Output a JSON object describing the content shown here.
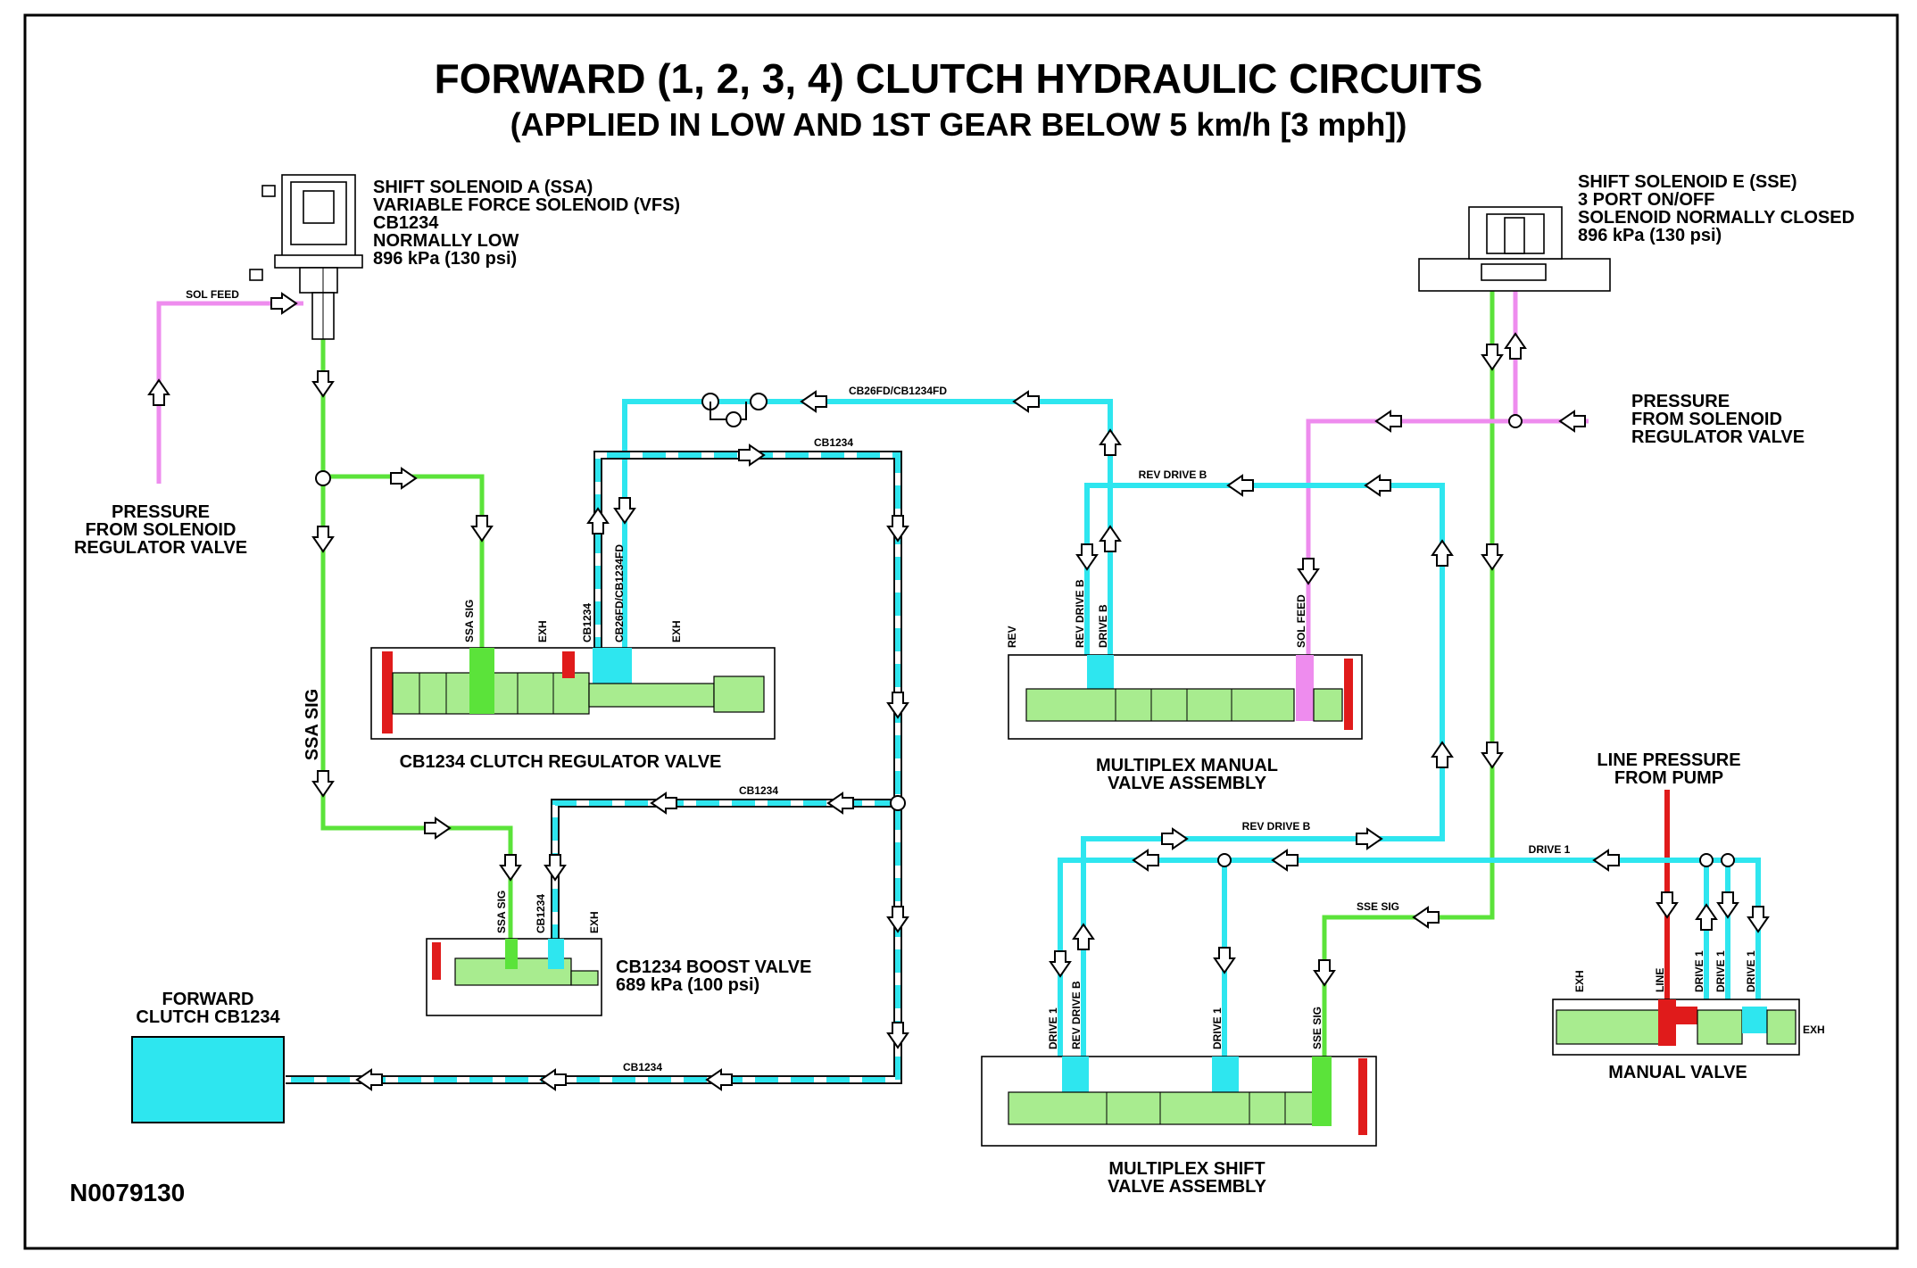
{
  "title": "FORWARD (1, 2, 3, 4) CLUTCH HYDRAULIC CIRCUITS",
  "subtitle": "(APPLIED IN LOW AND 1ST GEAR BELOW 5 km/h [3 mph])",
  "figure_id": "N0079130",
  "colors": {
    "ssa_signal": "#5be33a",
    "solenoid_feed": "#ee8cee",
    "clutch_circuit": "#2ee6ef",
    "line_pressure": "#e01b1b",
    "spool": "#a8ec8f"
  },
  "ssa": {
    "lines": [
      "SHIFT SOLENOID A (SSA)",
      "VARIABLE FORCE SOLENOID (VFS)",
      "CB1234",
      "NORMALLY LOW",
      "896 kPa (130 psi)"
    ]
  },
  "sse": {
    "lines": [
      "SHIFT SOLENOID E (SSE)",
      "3 PORT ON/OFF",
      "SOLENOID NORMALLY CLOSED",
      "896 kPa (130 psi)"
    ]
  },
  "sources": {
    "left": [
      "PRESSURE",
      "FROM SOLENOID",
      "REGULATOR VALVE"
    ],
    "right": [
      "PRESSURE",
      "FROM SOLENOID",
      "REGULATOR VALVE"
    ],
    "pump": [
      "LINE PRESSURE",
      "FROM PUMP"
    ]
  },
  "components": {
    "clutch_regulator": "CB1234 CLUTCH REGULATOR VALVE",
    "boost_valve": [
      "CB1234 BOOST VALVE",
      "689 kPa (100 psi)"
    ],
    "forward_clutch": [
      "FORWARD",
      "CLUTCH CB1234"
    ],
    "multiplex_manual": [
      "MULTIPLEX MANUAL",
      "VALVE ASSEMBLY"
    ],
    "multiplex_shift": [
      "MULTIPLEX SHIFT",
      "VALVE ASSEMBLY"
    ],
    "manual_valve": "MANUAL VALVE"
  },
  "line_labels": {
    "sol_feed": "SOL FEED",
    "ssa_sig": "SSA SIG",
    "cb26fd": "CB26FD/CB1234FD",
    "cb1234_top": "CB1234",
    "cb1234_mid": "CB1234",
    "cb1234_bottom": "CB1234",
    "rev_drive_b_upper": "REV DRIVE B",
    "rev_drive_b_lower": "REV DRIVE B",
    "drive1": "DRIVE 1",
    "sse_sig": "SSE SIG"
  },
  "ports": {
    "regulator": [
      "SSA SIG",
      "EXH",
      "CB1234",
      "CB26FD/CB1234FD",
      "EXH"
    ],
    "boost": [
      "SSA SIG",
      "CB1234",
      "EXH"
    ],
    "manual_assy": [
      "REV",
      "REV DRIVE B",
      "DRIVE B",
      "SOL FEED"
    ],
    "shift_assy": [
      "DRIVE 1",
      "REV DRIVE B",
      "DRIVE 1",
      "SSE SIG"
    ],
    "manual_valve": [
      "EXH",
      "LINE",
      "DRIVE 1",
      "DRIVE 1",
      "DRIVE 1",
      "EXH"
    ]
  }
}
